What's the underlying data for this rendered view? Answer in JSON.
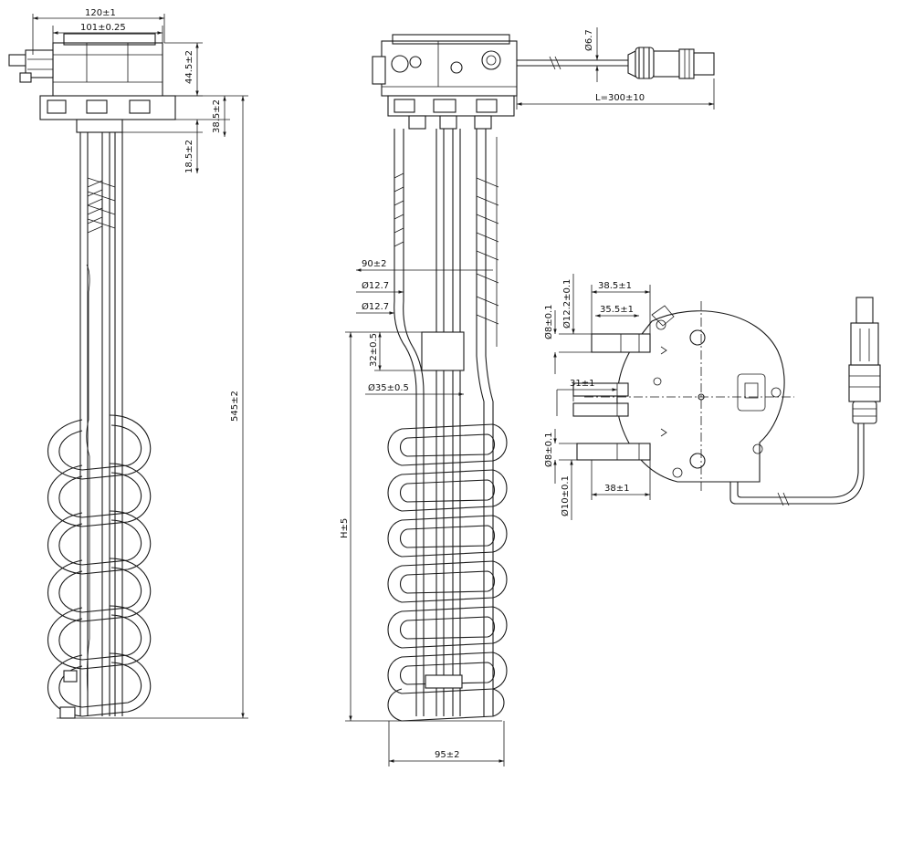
{
  "drawing": {
    "line_color": "#1a1a1a",
    "background": "#ffffff",
    "front_view": {
      "dim_width_overall": "120±1",
      "dim_width_mount": "101±0.25",
      "dim_head_height": "44.5±2",
      "dim_head_to_flange": "38.5±2",
      "dim_flange": "18.5±2",
      "dim_total_length": "545±2"
    },
    "side_view": {
      "dim_plug_pin": "Ø6.7",
      "dim_cable_length": "L=300±10",
      "dim_90": "90±2",
      "dim_tube_1": "Ø12.7",
      "dim_tube_2": "Ø12.7",
      "dim_sensor_height": "32±0.5",
      "dim_sensor_dia": "Ø35±0.5",
      "dim_height_H": "H±5",
      "dim_coil_width": "95±2"
    },
    "top_view": {
      "dim_tube_dia": "Ø12.2±0.1",
      "dim_38_5": "38.5±1",
      "dim_35_5": "35.5±1",
      "dim_pipe_top": "Ø8±0.1",
      "dim_31": "31±1",
      "dim_pipe_bottom": "Ø8±0.1",
      "dim_pipe_outer": "Ø10±0.1",
      "dim_38": "38±1"
    }
  }
}
